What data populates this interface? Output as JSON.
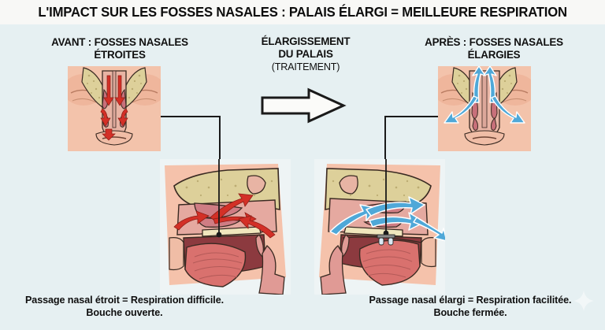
{
  "title": "L'IMPACT SUR LES FOSSES NASALES : PALAIS ÉLARGI = MEILLEURE RESPIRATION",
  "columns": {
    "left": {
      "heading_line1": "AVANT : FOSSES NASALES",
      "heading_line2": "ÉTROITES",
      "caption_line1": "Passage nasal étroit = Respiration difficile.",
      "caption_line2": "Bouche ouverte.",
      "airflow_color": "#d33027",
      "airflow_state": "restricted"
    },
    "center": {
      "heading_line1": "ÉLARGISSEMENT",
      "heading_line2": "DU PALAIS",
      "heading_line3": "(TRAITEMENT)",
      "arrow_icon": "right-arrow-icon",
      "arrow_fill": "#fbfbf9",
      "arrow_stroke": "#1a1a1a"
    },
    "right": {
      "heading_line1": "APRÈS : FOSSES NASALES",
      "heading_line2": "ÉLARGIES",
      "caption_line1": "Passage nasal élargi = Respiration facilitée.",
      "caption_line2": "Bouche fermée.",
      "airflow_color": "#4fa8d8",
      "airflow_state": "free"
    }
  },
  "figures": {
    "coronal_before": "coronal-nasal-cavity-narrow-diagram",
    "coronal_after": "coronal-nasal-cavity-widened-diagram",
    "sagittal_before": "sagittal-head-airway-mouth-open-diagram",
    "sagittal_after": "sagittal-head-airway-mouth-closed-expander-diagram",
    "expander_device": "palatal-expander-icon"
  },
  "theme": {
    "background": "#e6f0f2",
    "title_band": "#f8f8f6",
    "text": "#101010",
    "skin": "#f2c0a8",
    "bone": "#ddd09a",
    "mucosa": "#c8707a",
    "tissue": "#e09a95",
    "tongue": "#d9716e",
    "outline": "#3a2a22"
  },
  "watermark": "sparkle-icon"
}
